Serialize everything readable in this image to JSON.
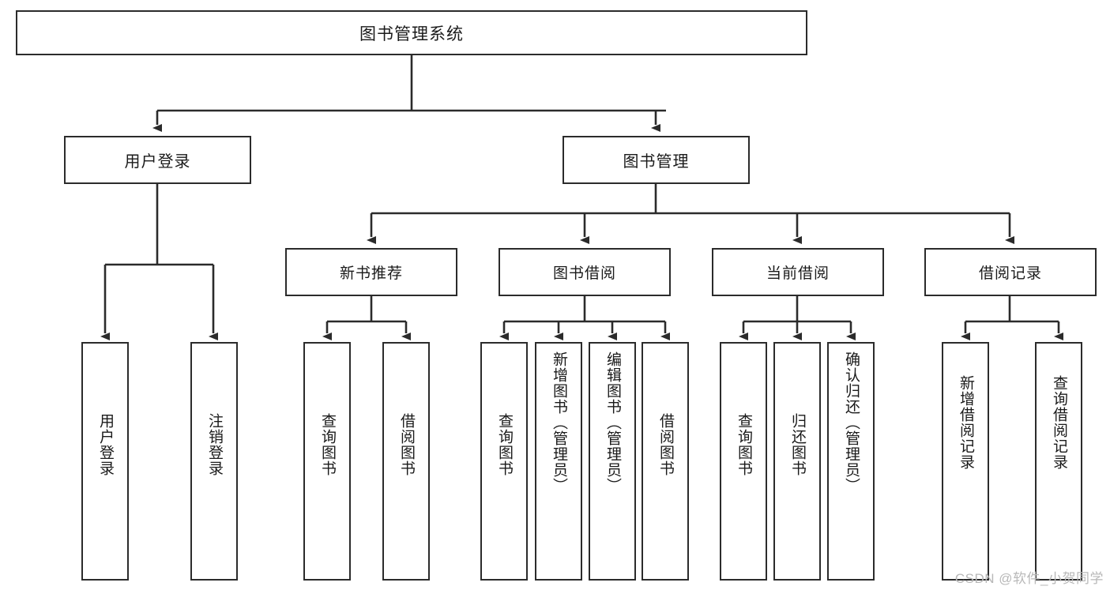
{
  "diagram": {
    "title": "图书管理系统",
    "watermark": "CSDN @软件_小贺同学",
    "line_color": "#2b2b2b",
    "box_fill": "#ffffff",
    "text_color": "#1a1a1a",
    "watermark_color": "#b8b8b8"
  },
  "nodes": {
    "root": {
      "label": "图书管理系统"
    },
    "level2": [
      {
        "label": "用户登录"
      },
      {
        "label": "图书管理"
      }
    ],
    "level3": [
      {
        "label": "新书推荐"
      },
      {
        "label": "图书借阅"
      },
      {
        "label": "当前借阅"
      },
      {
        "label": "借阅记录"
      }
    ],
    "leaves": {
      "user_login": [
        {
          "label": "用户登录"
        },
        {
          "label": "注销登录"
        }
      ],
      "new_book": [
        {
          "label": "查询图书"
        },
        {
          "label": "借阅图书"
        }
      ],
      "book_borrow": [
        {
          "label": "查询图书"
        },
        {
          "label": "新增图书（管理员）"
        },
        {
          "label": "编辑图书（管理员）"
        },
        {
          "label": "借阅图书"
        }
      ],
      "current_borrow": [
        {
          "label": "查询图书"
        },
        {
          "label": "归还图书"
        },
        {
          "label": "确认归还（管理员）"
        }
      ],
      "borrow_record": [
        {
          "label": "新增借阅记录"
        },
        {
          "label": "查询借阅记录"
        }
      ]
    }
  }
}
